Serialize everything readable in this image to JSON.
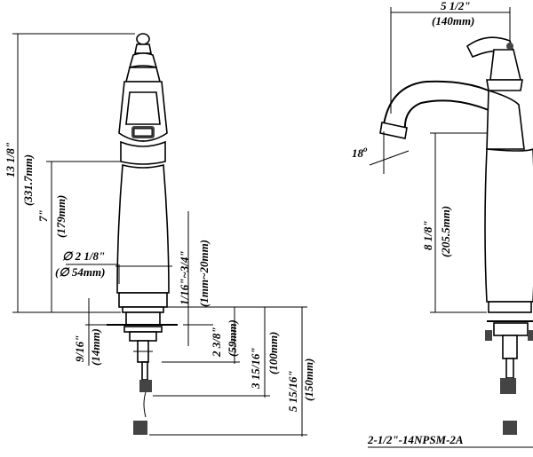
{
  "labels": {
    "overall_height_in": "13 1/8\"",
    "overall_height_mm": "(331.7mm)",
    "body_height_in": "7\"",
    "body_height_mm": "(179mm)",
    "base_diam_in": "2 1/8\"",
    "base_diam_mm": "54mm)",
    "deck_in": "1/16\"~3/4\"",
    "deck_mm": "(1mm~20mm)",
    "gap_in": "9/16\"",
    "gap_mm": "(14mm)",
    "shank_in": "2 3/8\"",
    "shank_mm": "(59mm)",
    "nut_in": "3 15/16\"",
    "nut_mm": "(100mm)",
    "total_in": "5 15/16\"",
    "total_mm": "(150mm)",
    "reach_in": "5 1/2\"",
    "reach_mm": "(140mm)",
    "angle": "18",
    "angle_unit": "o",
    "spout_height_in": "8 1/8\"",
    "spout_height_mm": "(205.5mm)",
    "thread": "2-1/2\"-14NPSM-2A"
  }
}
